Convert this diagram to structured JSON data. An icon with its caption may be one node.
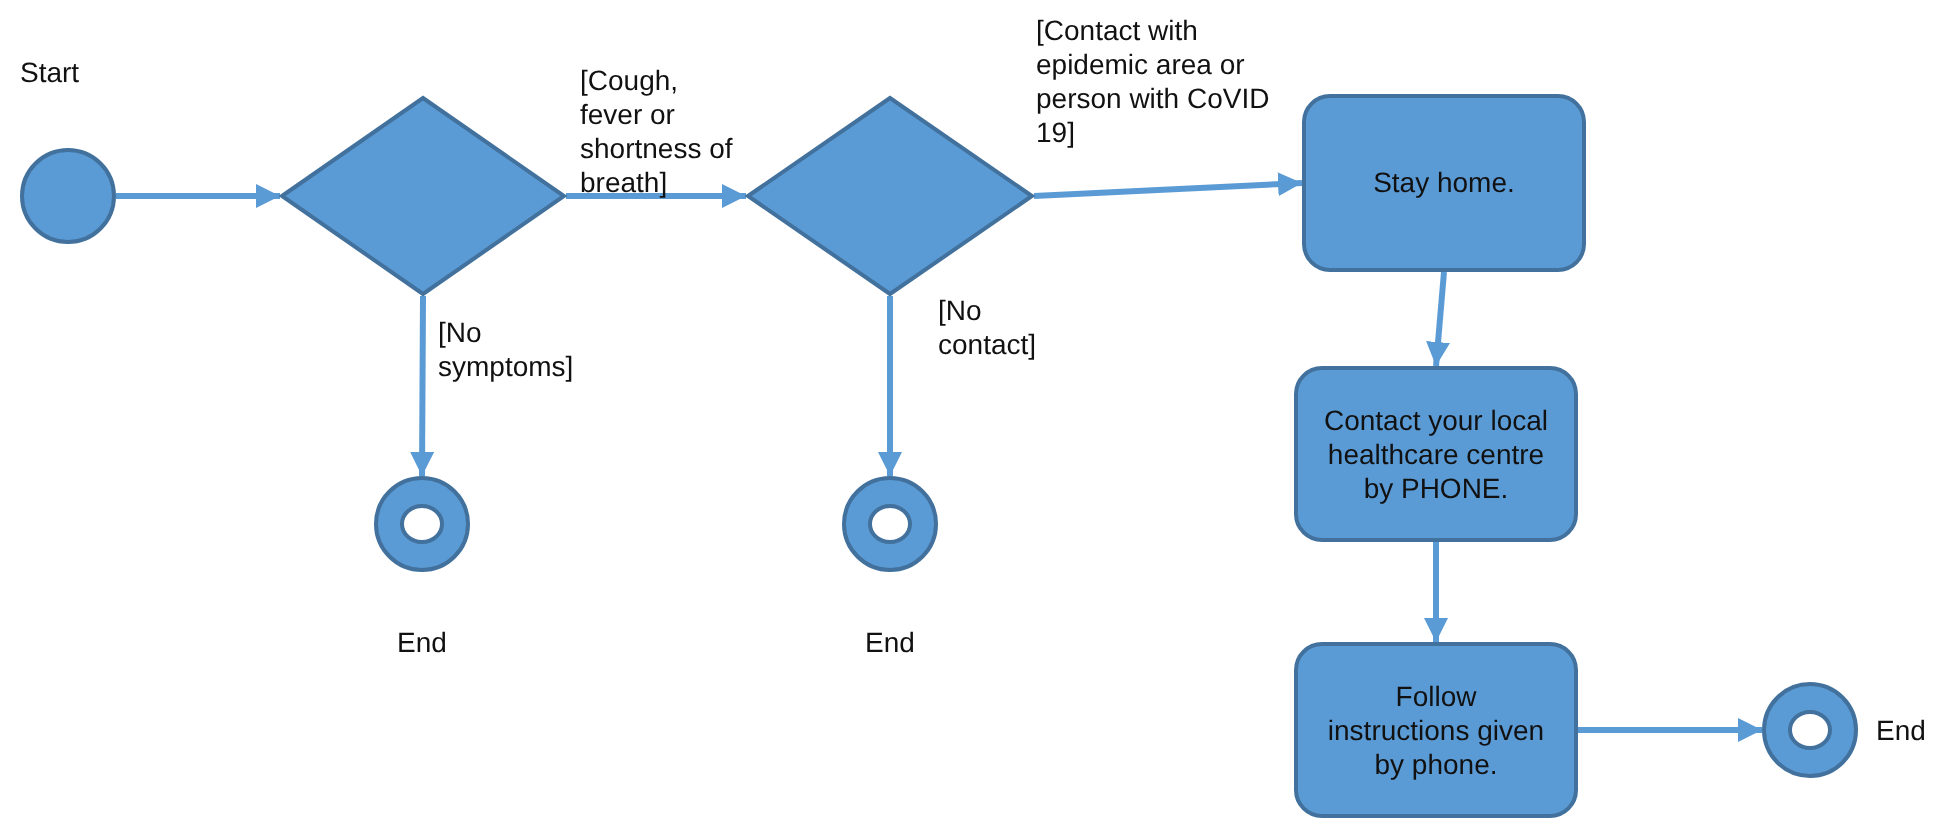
{
  "diagram": {
    "nodes": [
      {
        "text": [],
        "shape": "circle",
        "beside": [
          "Start"
        ]
      },
      {
        "text": [],
        "shape": "diamond"
      },
      {
        "text": [],
        "shape": "diamond"
      },
      {
        "text": [
          "Stay home."
        ]
      },
      {
        "text": [
          "Contact your local healthcare centre by PHONE."
        ]
      },
      {
        "text": [
          "Follow instructions given by phone."
        ]
      },
      {
        "text": [],
        "shape": "ring",
        "beside": [
          "End"
        ]
      },
      {
        "text": [],
        "shape": "ring",
        "beside": [
          "End"
        ]
      },
      {
        "text": [],
        "shape": "ring",
        "beside": [
          "End"
        ]
      }
    ],
    "edges": [
      {
        "from": 0,
        "to": 1,
        "arrow": "to"
      },
      {
        "from": 1,
        "to": 2,
        "arrow": "to",
        "label": "[Cough, fever or shortness of breath]"
      },
      {
        "from": 1,
        "to": 6,
        "arrow": "to",
        "label": "[No symptoms]"
      },
      {
        "from": 2,
        "to": 3,
        "arrow": "to",
        "label": "[Contact with epidemic area or person with CoVID 19]"
      },
      {
        "from": 2,
        "to": 7,
        "arrow": "to",
        "label": "[No contact]"
      },
      {
        "from": 3,
        "to": 4,
        "arrow": "to"
      },
      {
        "from": 4,
        "to": 5,
        "arrow": "to"
      },
      {
        "from": 5,
        "to": 8,
        "arrow": "to"
      }
    ]
  }
}
